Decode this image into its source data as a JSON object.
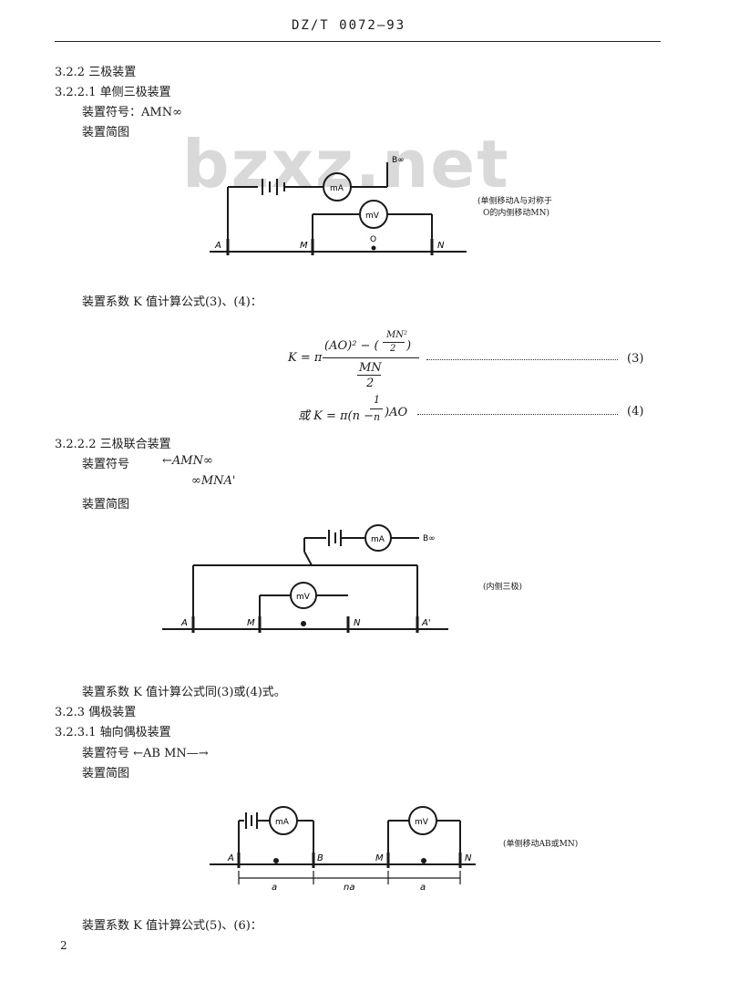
{
  "header": {
    "code": "DZ/T 0072—93"
  },
  "watermark": "bzxz.net",
  "sections": {
    "s322": "3.2.2  三极装置",
    "s3221": "3.2.2.1  单侧三极装置",
    "s3221_symbol": "装置符号：AMN∞",
    "s3221_diagram": "装置简图",
    "s3221_note_1": "(单侧移动A与对称于",
    "s3221_note_2": "O的内侧移动MN)",
    "s3221_coef": "装置系数 K 值计算公式(3)、(4)：",
    "s3222": "3.2.2.2  三极联合装置",
    "s3222_symbol_label": "装置符号",
    "s3222_symbol_1": "←AMN∞",
    "s3222_symbol_2": "∞MNA'",
    "s3222_diagram": "装置简图",
    "s3222_note": "(内侧三极)",
    "s3222_coef": "装置系数 K 值计算公式同(3)或(4)式。",
    "s323": "3.2.3  偶极装置",
    "s3231": "3.2.3.1  轴向偶极装置",
    "s3231_symbol": "装置符号    ←AB  MN—→",
    "s3231_diagram": "装置简图",
    "s3231_note": "(单侧移动AB或MN)",
    "s3231_coef": "装置系数 K 值计算公式(5)、(6)："
  },
  "formulas": {
    "f3_left": "K = π",
    "f3_num_a": "(AO)² − (",
    "f3_num_frac_top": "MN²",
    "f3_num_frac_bot": "2",
    "f3_num_b": ")",
    "f3_den_top": "MN",
    "f3_den_bot": "2",
    "f3_tag": "(3)",
    "f4_a": "或 K = π(n −",
    "f4_frac_top": "1",
    "f4_frac_bot": "n",
    "f4_b": ")AO",
    "f4_tag": "(4)"
  },
  "diagram_labels": {
    "mA": "mA",
    "mV": "mV",
    "B_inf": "B∞",
    "A": "A",
    "M": "M",
    "N": "N",
    "O": "O",
    "A_prime": "A'",
    "B": "B",
    "a": "a",
    "na": "na"
  },
  "page_number": "2"
}
